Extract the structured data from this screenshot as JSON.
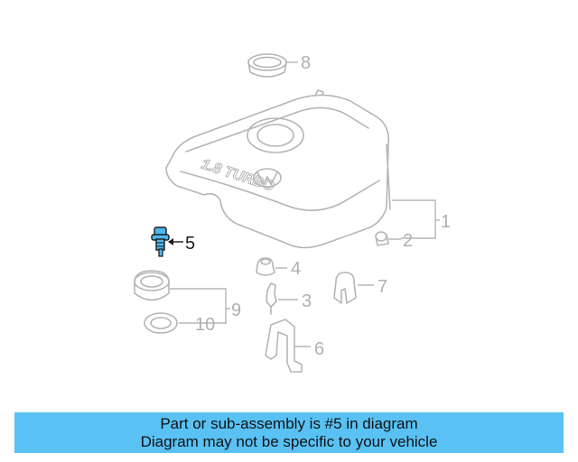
{
  "diagram": {
    "cover_text": "1.8 TURBO",
    "highlighted_part": "5",
    "highlight_color": "#4cb8f0",
    "callouts": [
      {
        "id": "1",
        "label": "1"
      },
      {
        "id": "2",
        "label": "2"
      },
      {
        "id": "3",
        "label": "3"
      },
      {
        "id": "4",
        "label": "4"
      },
      {
        "id": "5",
        "label": "5"
      },
      {
        "id": "6",
        "label": "6"
      },
      {
        "id": "7",
        "label": "7"
      },
      {
        "id": "8",
        "label": "8"
      },
      {
        "id": "9",
        "label": "9"
      },
      {
        "id": "10",
        "label": "10"
      }
    ]
  },
  "banner": {
    "line1": "Part or sub-assembly is #5 in diagram",
    "line2": "Diagram may not be specific to your vehicle",
    "background": "#59c1f4"
  }
}
